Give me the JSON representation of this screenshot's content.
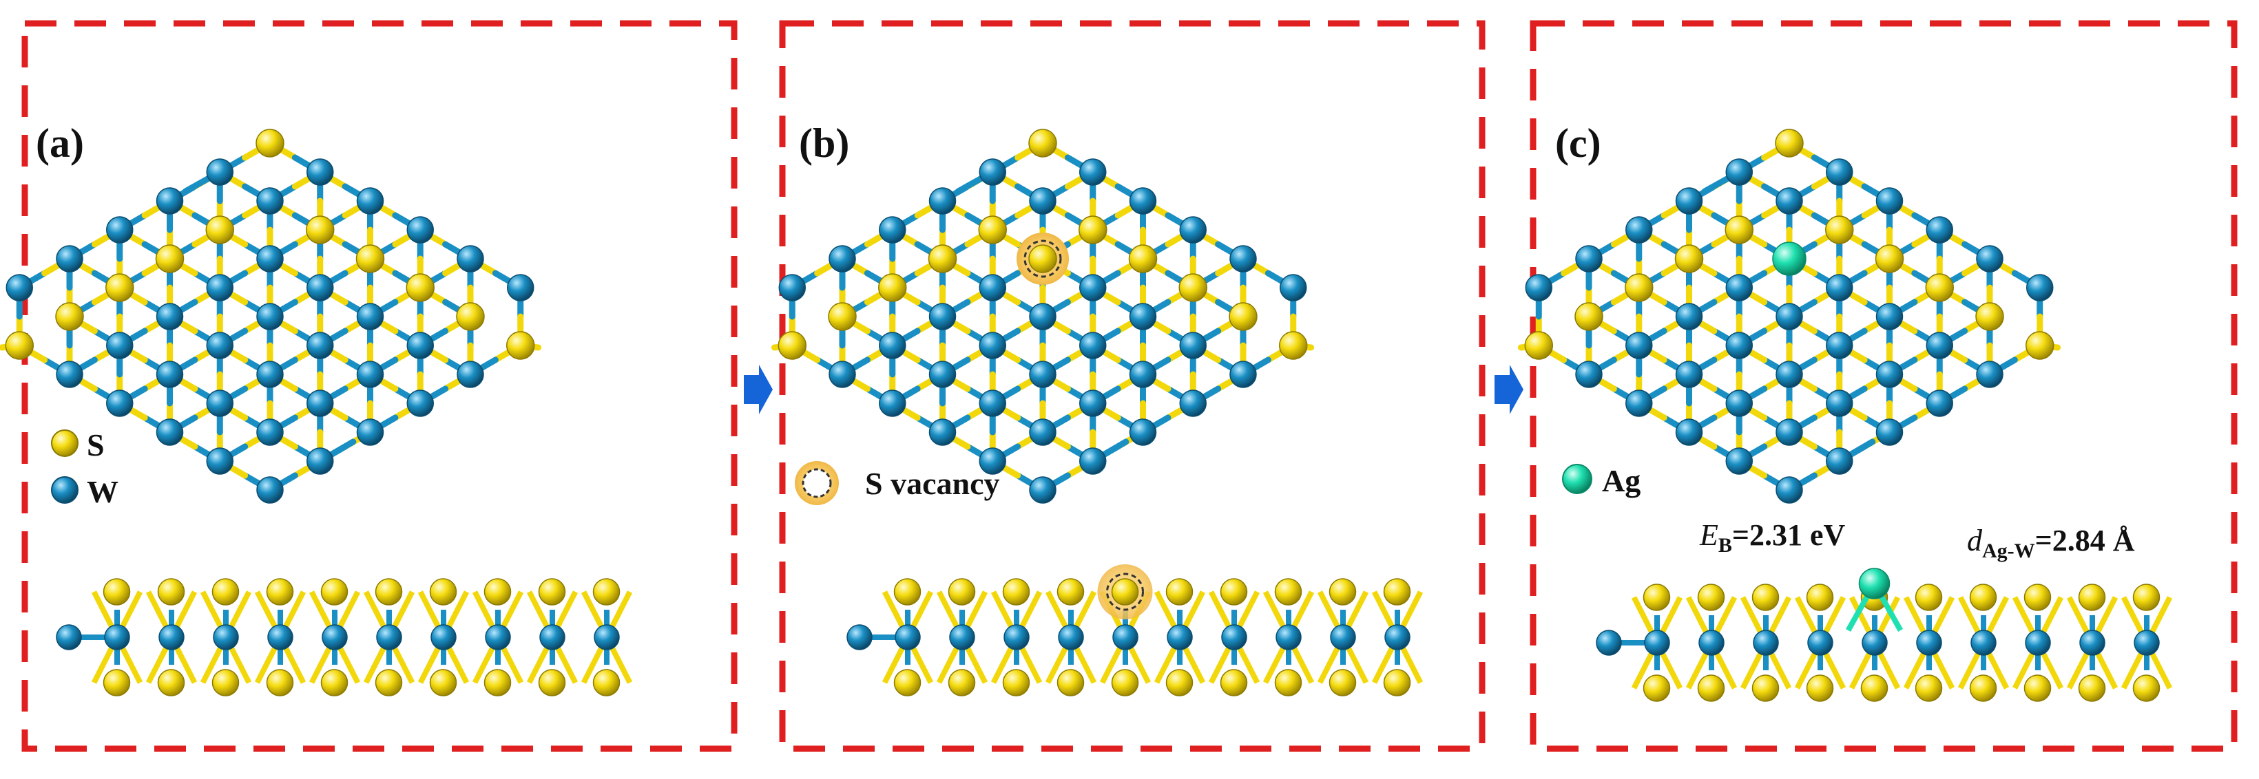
{
  "colors": {
    "frame": "#e02020",
    "sulfur": "#f2d80a",
    "sulfur_edge": "#8c7a00",
    "tungsten": "#1a8fc4",
    "tungsten_edge": "#0b4d70",
    "silver": "#1fe0b0",
    "silver_edge": "#0a8a68",
    "vacancy_glow": "#f7c860",
    "arrow": "#1565d8"
  },
  "panels": [
    {
      "id": "a",
      "label": "(a)",
      "vacancy": false,
      "adsorbate": false
    },
    {
      "id": "b",
      "label": "(b)",
      "vacancy": true,
      "adsorbate": false
    },
    {
      "id": "c",
      "label": "(c)",
      "vacancy": false,
      "adsorbate": true
    }
  ],
  "legend": {
    "sulfur": "S",
    "tungsten": "W",
    "vacancy": "S vacancy",
    "silver": "Ag"
  },
  "annotations": {
    "binding_energy_symbol": "E",
    "binding_energy_sub": "B",
    "binding_energy_value": "=2.31 eV",
    "distance_symbol": "d",
    "distance_sub": "Ag-W",
    "distance_value": "=2.84 Å"
  },
  "icons": {
    "transition_1": "arrow-right-icon",
    "transition_2": "arrow-right-icon"
  }
}
